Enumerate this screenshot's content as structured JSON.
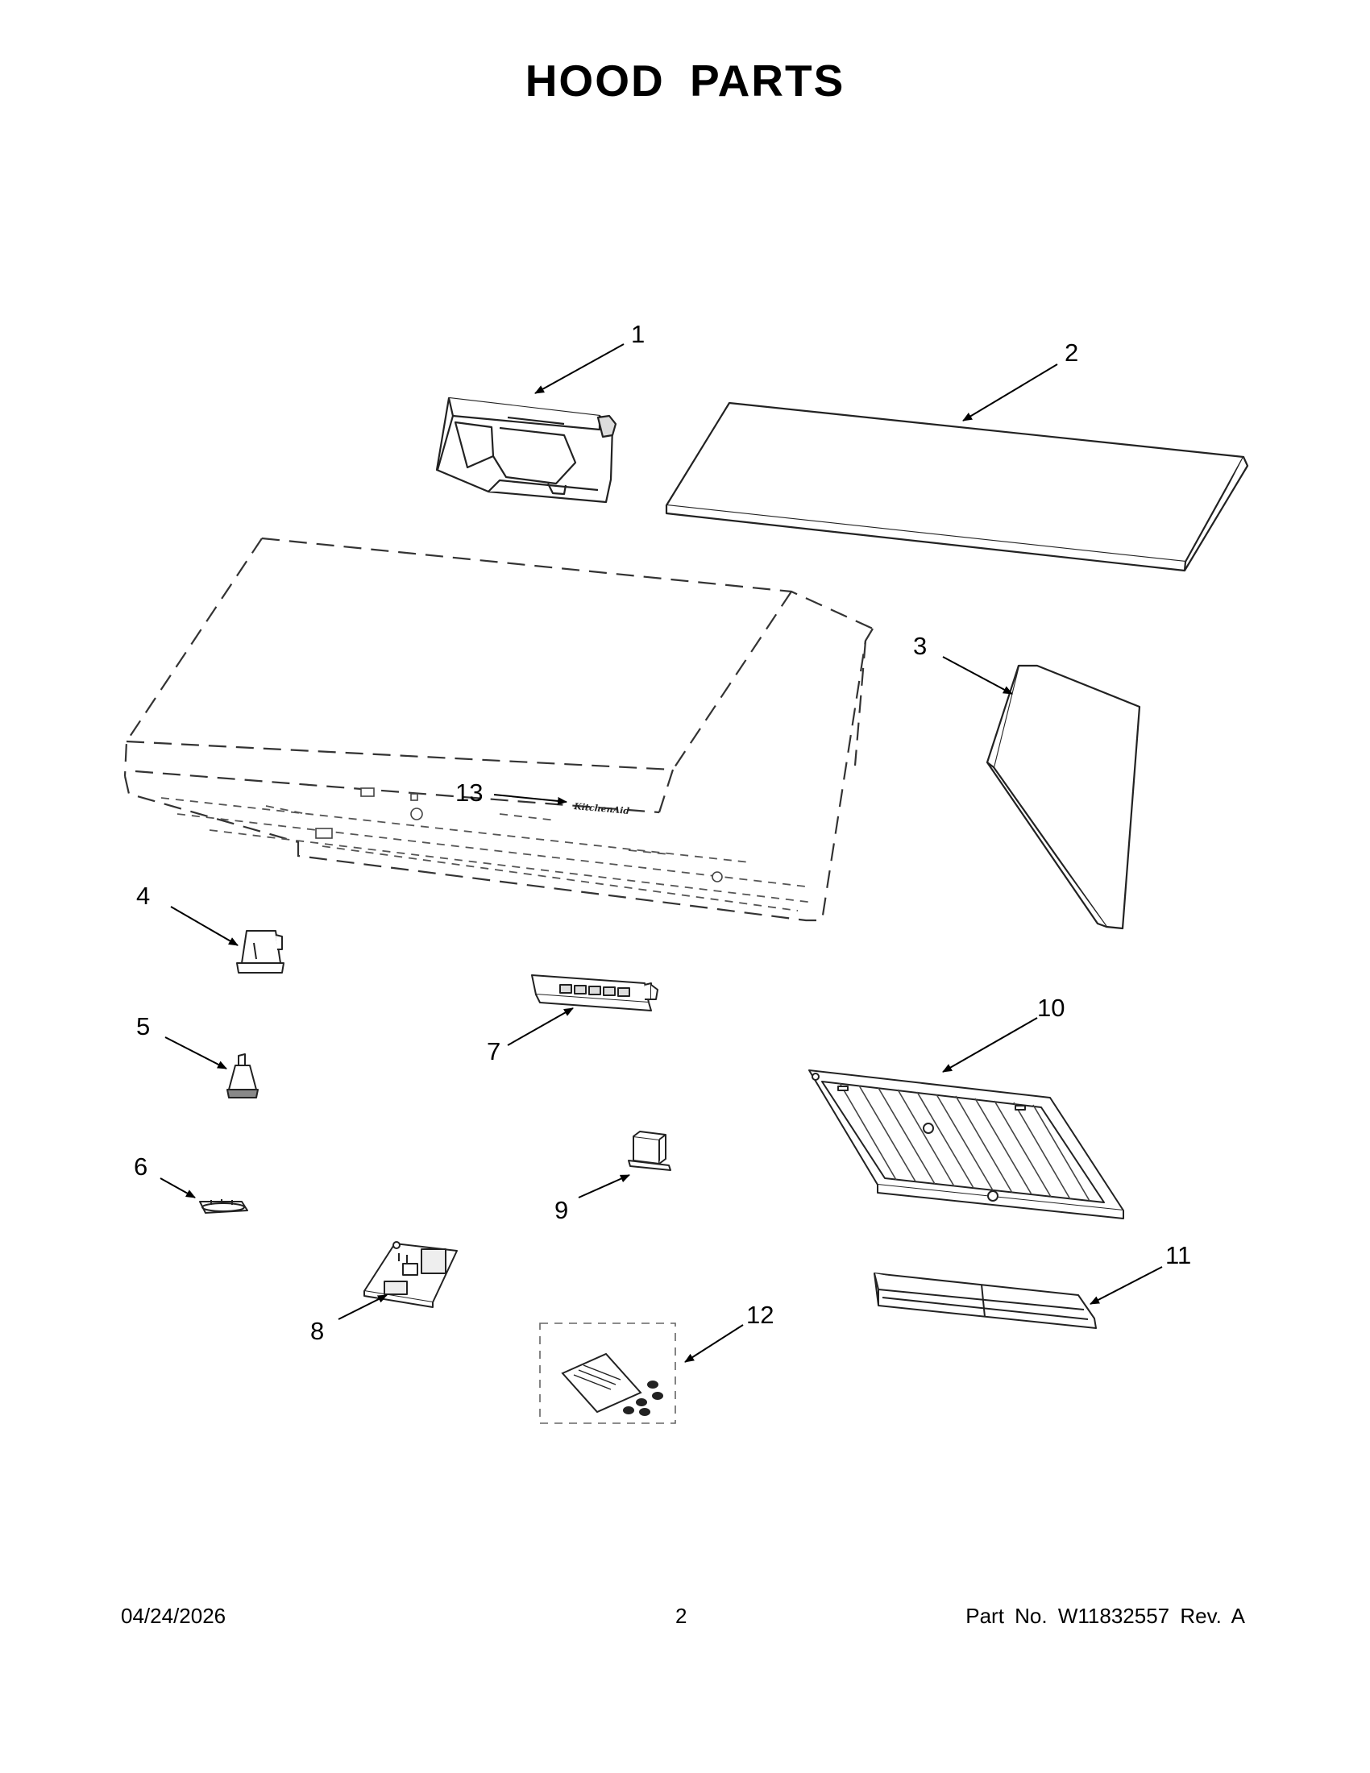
{
  "title": "HOOD  PARTS",
  "brand_mark": "KitchenAid",
  "callouts": [
    {
      "id": "1",
      "label": "1"
    },
    {
      "id": "2",
      "label": "2"
    },
    {
      "id": "3",
      "label": "3"
    },
    {
      "id": "4",
      "label": "4"
    },
    {
      "id": "5",
      "label": "5"
    },
    {
      "id": "6",
      "label": "6"
    },
    {
      "id": "7",
      "label": "7"
    },
    {
      "id": "8",
      "label": "8"
    },
    {
      "id": "9",
      "label": "9"
    },
    {
      "id": "10",
      "label": "10"
    },
    {
      "id": "11",
      "label": "11"
    },
    {
      "id": "12",
      "label": "12"
    },
    {
      "id": "13",
      "label": "13"
    }
  ],
  "footer": {
    "date": "04/24/2026",
    "page_number": "2",
    "part_info": "Part No.  W11832557   Rev.  A"
  }
}
